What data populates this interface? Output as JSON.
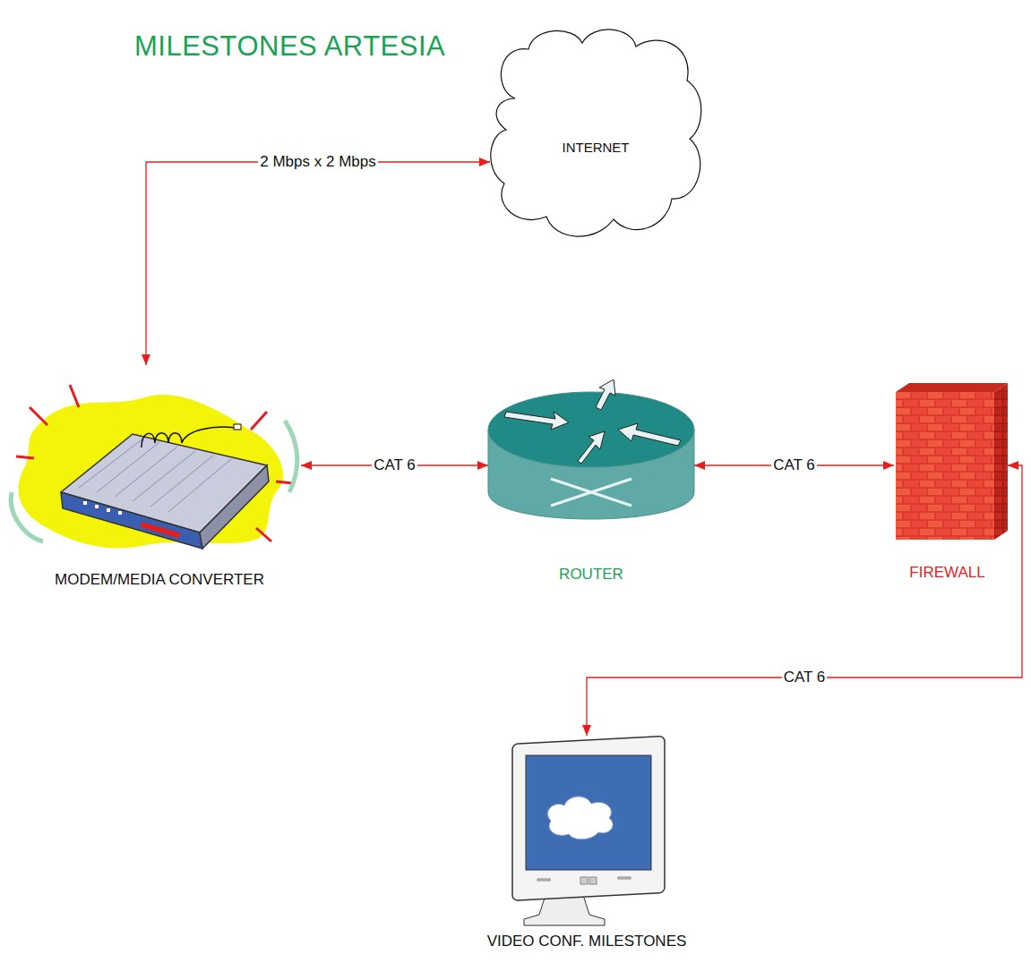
{
  "diagram": {
    "title": "MILESTONES ARTESIA",
    "nodes": [
      {
        "text": [
          "INTERNET"
        ]
      },
      {
        "text": [
          "MODEM/MEDIA CONVERTER"
        ]
      },
      {
        "text": [
          "ROUTER"
        ]
      },
      {
        "text": [
          "FIREWALL"
        ]
      },
      {
        "text": [
          "VIDEO CONF. MILESTONES"
        ]
      }
    ],
    "edges": [
      {
        "from": 1,
        "to": 0,
        "label": "2 Mbps x 2 Mbps",
        "arrow": "both"
      },
      {
        "from": 1,
        "to": 2,
        "label": "CAT 6",
        "arrow": "both"
      },
      {
        "from": 2,
        "to": 3,
        "label": "CAT 6",
        "arrow": "both"
      },
      {
        "from": 3,
        "to": 4,
        "label": "CAT 6",
        "arrow": "both"
      }
    ]
  }
}
